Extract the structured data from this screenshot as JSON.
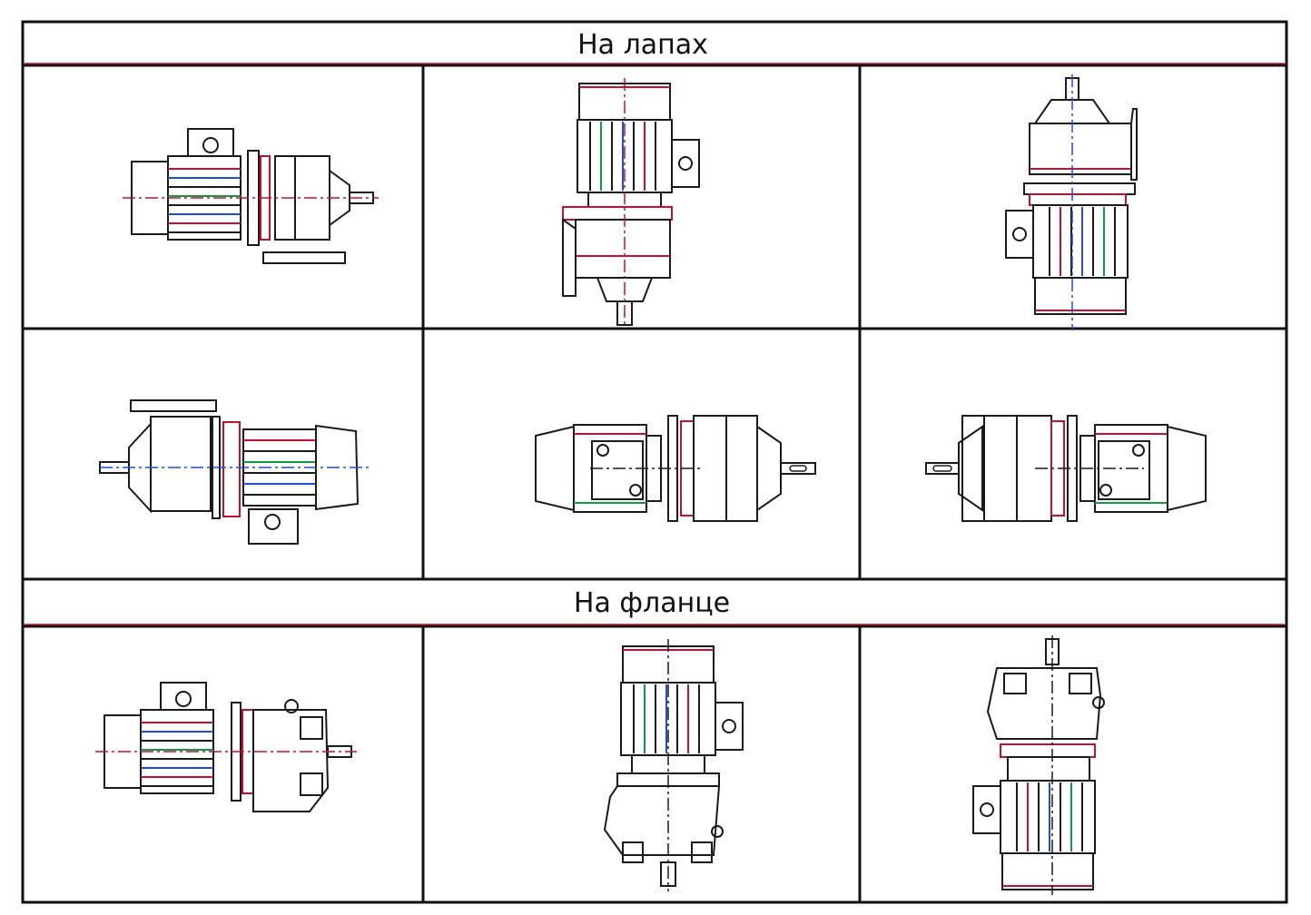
{
  "sections": [
    {
      "title": "На лапах"
    },
    {
      "title": "На фланце"
    }
  ],
  "colors": {
    "line": "#1a1a1a",
    "red": "#c8102e",
    "blue": "#1f4fd1",
    "green": "#0e9c43",
    "cyan": "#19b3c8"
  },
  "cells": [
    {
      "id": "foot-horizontal-motor-left-shaft-right"
    },
    {
      "id": "foot-vertical-motor-top-shaft-down"
    },
    {
      "id": "foot-vertical-motor-bottom-shaft-up"
    },
    {
      "id": "foot-horizontal-shaft-left-terminal-down"
    },
    {
      "id": "foot-horizontal-motor-left-top-view"
    },
    {
      "id": "foot-horizontal-motor-right-top-view"
    },
    {
      "id": "flange-horizontal-motor-left-shaft-right"
    },
    {
      "id": "flange-vertical-motor-top-shaft-down"
    },
    {
      "id": "flange-vertical-motor-bottom-shaft-up"
    }
  ]
}
